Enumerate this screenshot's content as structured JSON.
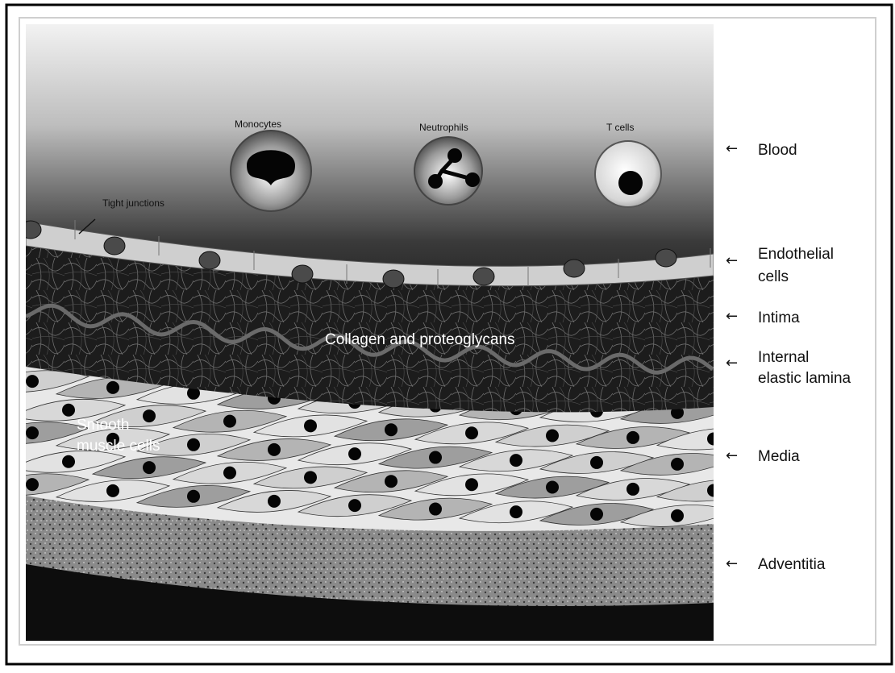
{
  "cells": {
    "monocytes": "Monocytes",
    "neutrophils": "Neutrophils",
    "t_cells": "T cells"
  },
  "annotations": {
    "tight_junctions": "Tight junctions",
    "collagen": "Collagen and proteoglycans",
    "smooth_muscle_line1": "Smooth",
    "smooth_muscle_line2": "muscle cells"
  },
  "layers": {
    "blood": "Blood",
    "endothelial_line1": "Endothelial",
    "endothelial_line2": "cells",
    "intima": "Intima",
    "internal_line1": "Internal",
    "internal_line2": "elastic lamina",
    "media": "Media",
    "adventitia": "Adventitia"
  },
  "arrow_glyph": "←"
}
